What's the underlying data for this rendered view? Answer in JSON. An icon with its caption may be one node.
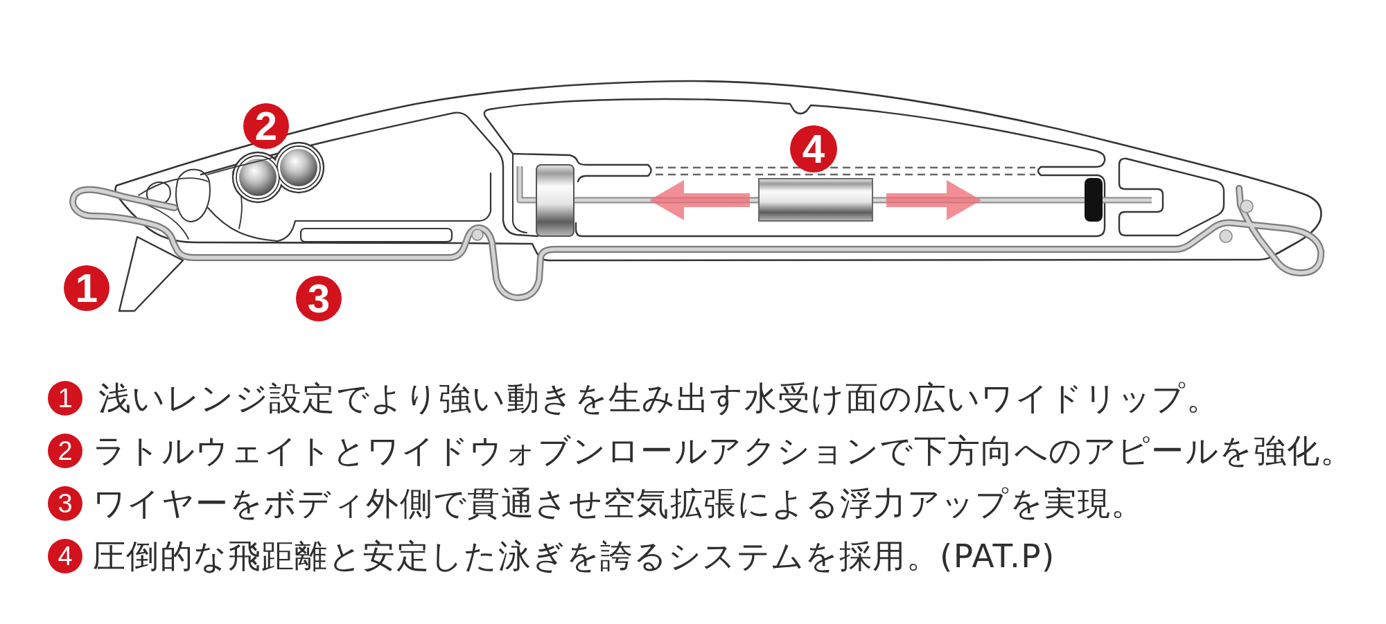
{
  "diagram": {
    "nodes": [
      {
        "text": [
          "1"
        ]
      },
      {
        "text": [
          "2"
        ]
      },
      {
        "text": [
          "3"
        ]
      },
      {
        "text": [
          "4"
        ]
      },
      {
        "text": [
          "1"
        ],
        "beside": [
          "浅いレンジ設定でより強い動きを生み出す水受け面の広いワイドリップ。"
        ]
      },
      {
        "text": [
          "2"
        ],
        "beside": [
          "ラトルウェイトとワイドウォブンロールアクションで下方向へのアピールを強化。"
        ]
      },
      {
        "text": [
          "3"
        ],
        "beside": [
          "ワイヤーをボディ外側で貫通させ空気拡張による浮力アップを実現。"
        ]
      },
      {
        "text": [
          "4"
        ],
        "beside": [
          "圧倒的な飛距離と安定した泳ぎを誇るシステムを採用。(PAT.P)"
        ]
      }
    ]
  }
}
